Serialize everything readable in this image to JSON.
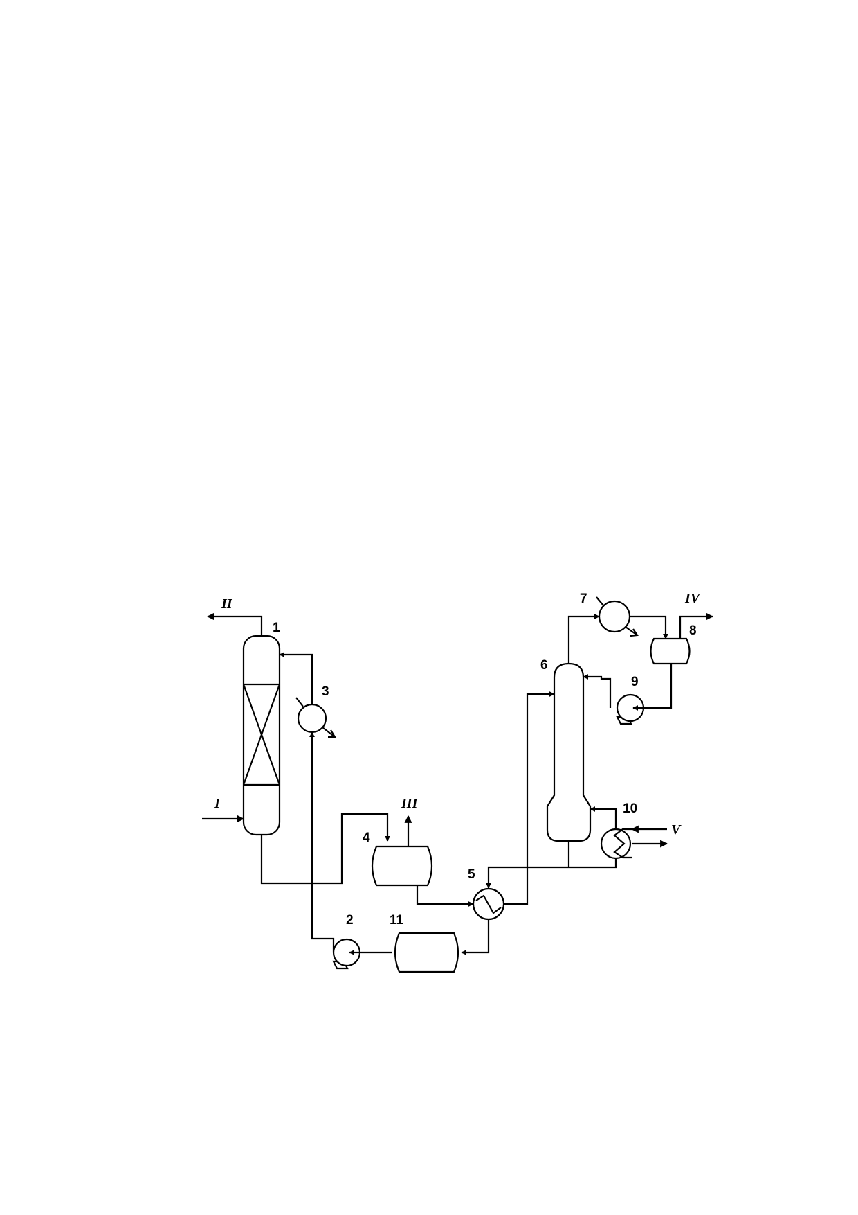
{
  "diagram": {
    "equipment_labels": {
      "absorber": "1",
      "pump_2": "2",
      "cooler_3": "3",
      "separator_4": "4",
      "heat_exchanger_5": "5",
      "column_6": "6",
      "condenser_7": "7",
      "reflux_drum_8": "8",
      "pump_9": "9",
      "reboiler_10": "10",
      "tank_11": "11"
    },
    "stream_labels": {
      "feed_in": "I",
      "top_gas_out": "II",
      "flash_gas_out": "III",
      "distillate_out": "IV",
      "heating_medium_in": "V"
    }
  }
}
